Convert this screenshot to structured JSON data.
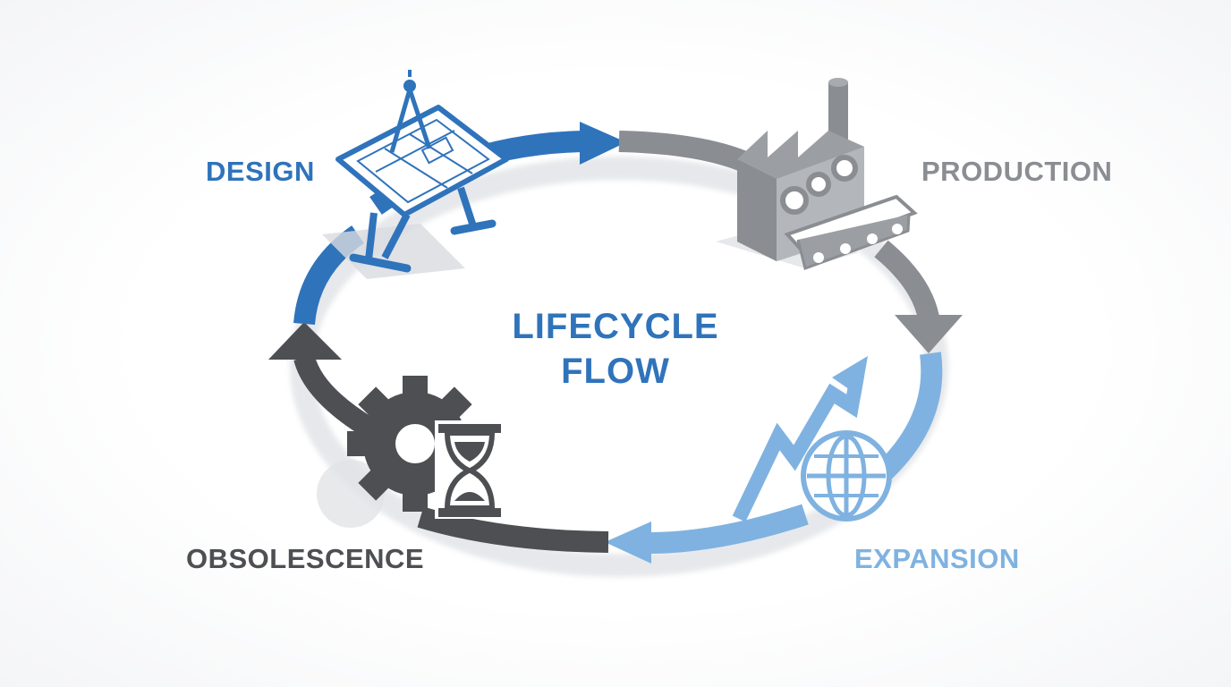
{
  "title": {
    "line1": "LIFECYCLE",
    "line2": "FLOW"
  },
  "stages": [
    {
      "id": "design",
      "label": "DESIGN",
      "icon": "drafting-table-icon",
      "color": "#2f73bb"
    },
    {
      "id": "production",
      "label": "PRODUCTION",
      "icon": "factory-icon",
      "color": "#8a8d91"
    },
    {
      "id": "expansion",
      "label": "EXPANSION",
      "icon": "globe-growth-icon",
      "color": "#7fb2e0"
    },
    {
      "id": "obsolescence",
      "label": "OBSOLESCENCE",
      "icon": "gear-hourglass-icon",
      "color": "#4d4f52"
    }
  ],
  "colors": {
    "design": "#2f73bb",
    "production": "#8a8d91",
    "expansion": "#7fb2e0",
    "obsolescence": "#4d4f52",
    "title": "#2f73bb",
    "shadow": "#e3e5e8"
  }
}
